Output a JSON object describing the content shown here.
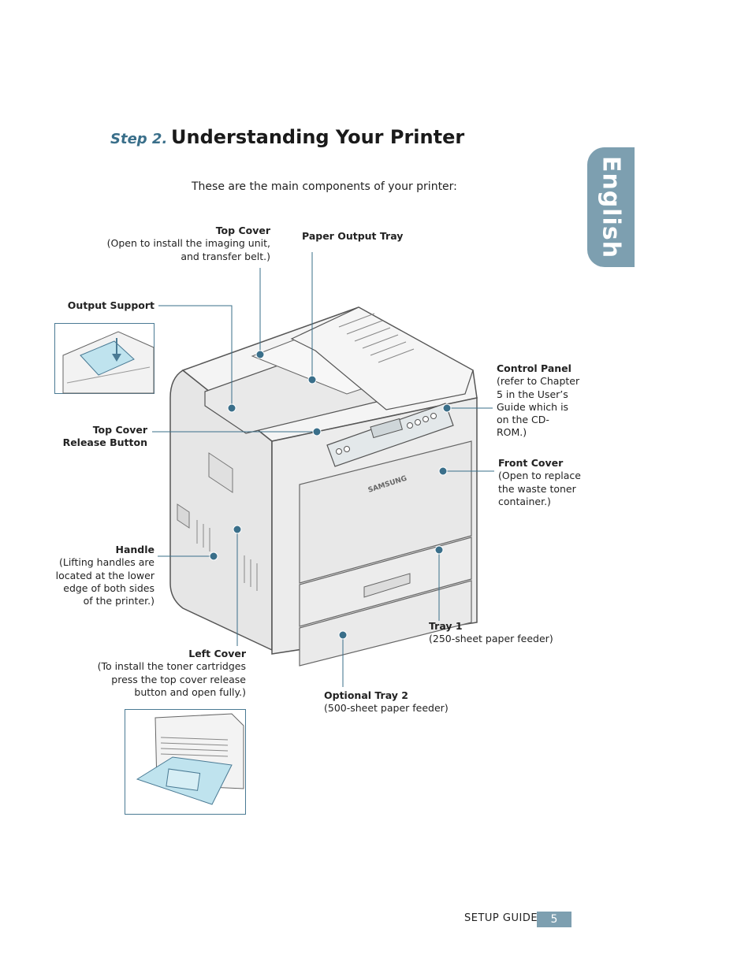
{
  "header": {
    "step": "Step 2.",
    "title": "Understanding Your Printer",
    "intro": "These are the main components of your printer:"
  },
  "language_tab": "English",
  "brand": "SAMSUNG",
  "components": {
    "top_cover": {
      "name": "Top Cover",
      "desc": [
        "(Open to install the imaging unit,",
        "and transfer belt.)"
      ]
    },
    "paper_output_tray": {
      "name": "Paper Output Tray"
    },
    "output_support": {
      "name": "Output Support"
    },
    "top_cover_release": {
      "name": [
        "Top Cover",
        "Release Button"
      ]
    },
    "handle": {
      "name": "Handle",
      "desc": [
        "(Lifting handles are",
        "located at the lower",
        "edge of both sides",
        "of the printer.)"
      ]
    },
    "left_cover": {
      "name": "Left Cover",
      "desc": [
        "(To install the toner cartridges",
        "press the top cover release",
        "button and open fully.)"
      ]
    },
    "control_panel": {
      "name": "Control Panel",
      "desc": [
        "(refer to Chapter",
        "5 in the User’s",
        "Guide which is",
        "on the CD-",
        "ROM.)"
      ]
    },
    "front_cover": {
      "name": "Front Cover",
      "desc": [
        "(Open to replace",
        "the waste toner",
        "container.)"
      ]
    },
    "tray1": {
      "name": "Tray 1",
      "desc": [
        "(250-sheet paper feeder)"
      ]
    },
    "optional_tray2": {
      "name": "Optional Tray 2",
      "desc": [
        "(500-sheet paper feeder)"
      ]
    }
  },
  "footer": {
    "guide": "SETUP GUIDE",
    "page": "5"
  },
  "colors": {
    "accent": "#7d9fb0",
    "callout": "#3a6f8a",
    "step": "#3a6f8a"
  }
}
